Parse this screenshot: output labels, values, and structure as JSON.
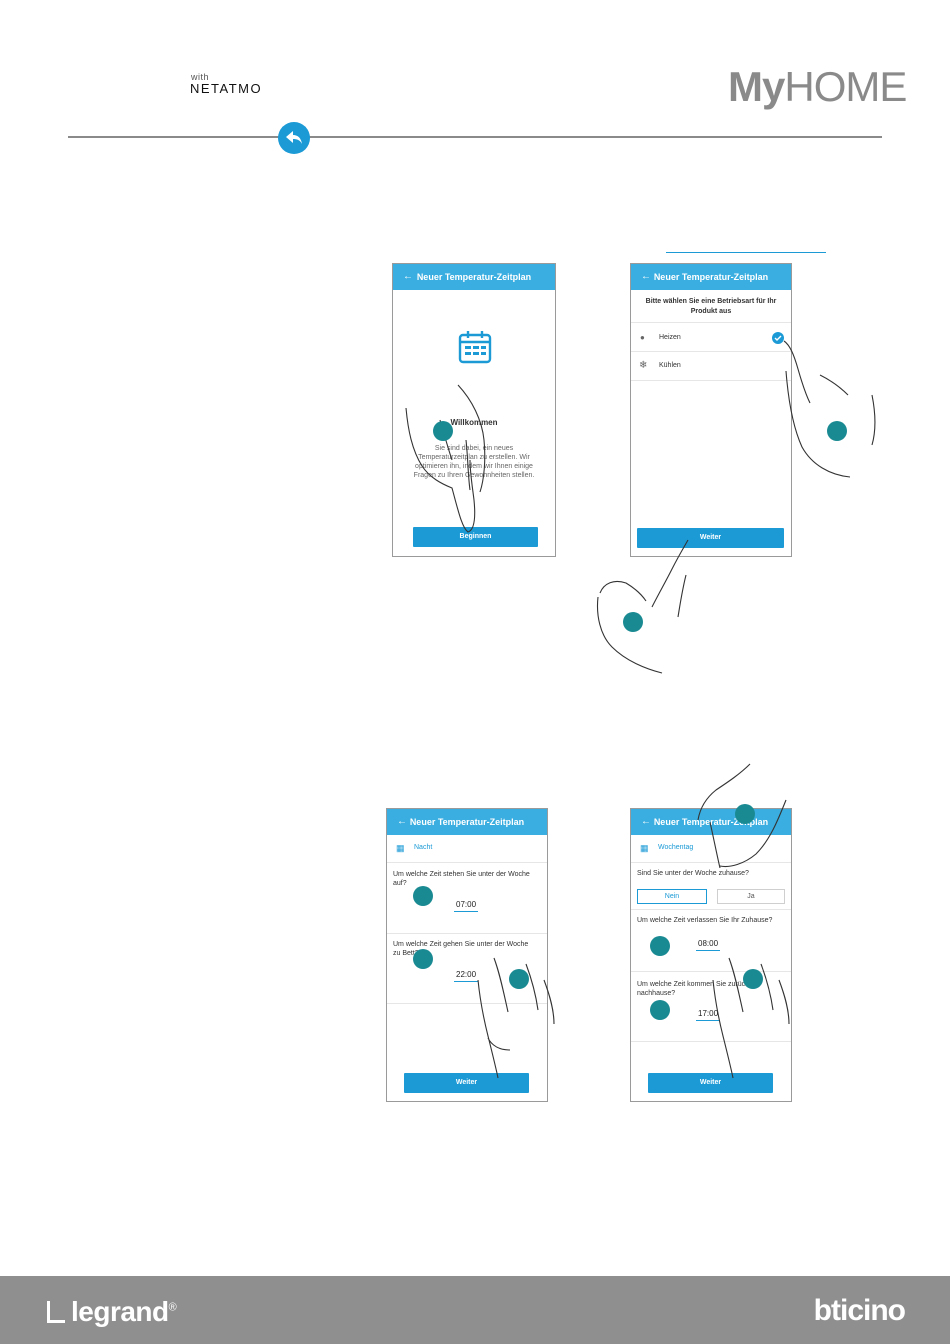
{
  "header": {
    "with_text": "with",
    "netatmo": "NETATMO",
    "brand_bold": "My",
    "brand_light": "HOME"
  },
  "colors": {
    "accent": "#1b9ad6",
    "header_blue": "#3aaee0",
    "dot_teal": "#1a8a92",
    "footer_gray": "#8f8f8f"
  },
  "screens": {
    "welcome": {
      "title": "Neuer Temperatur-Zeitplan",
      "heading": "Willkommen",
      "body_lines": [
        "Sie sind dabei, ein neues",
        "Temperaturzeitplan zu erstellen. Wir",
        "optimieren ihn, indem wir Ihnen einige",
        "Fragen zu Ihren Gewohnheiten stellen."
      ],
      "button": "Beginnen"
    },
    "mode": {
      "title": "Neuer Temperatur-Zeitplan",
      "question_line1": "Bitte wählen Sie eine Betriebsart für Ihr",
      "question_line2": "Produkt aus",
      "options": [
        "Heizen",
        "Kühlen"
      ],
      "button": "Weiter"
    },
    "night": {
      "title": "Neuer Temperatur-Zeitplan",
      "section": "Nacht",
      "q1_line1": "Um welche Zeit stehen Sie unter der Woche",
      "q1_line2": "auf?",
      "time1": "07:00",
      "q2_line1": "Um welche Zeit gehen Sie unter der Woche",
      "q2_line2": "zu Bett?",
      "time2": "22:00",
      "button": "Weiter"
    },
    "week": {
      "title": "Neuer Temperatur-Zeitplan",
      "section": "Wochentag",
      "q1": "Sind Sie unter der Woche zuhause?",
      "no": "Nein",
      "yes": "Ja",
      "q2": "Um welche Zeit verlassen Sie Ihr Zuhause?",
      "time1": "08:00",
      "q3_line1": "Um welche Zeit kommen Sie zurück",
      "q3_line2": "nachhause?",
      "time2": "17:00",
      "button": "Weiter"
    }
  },
  "footer": {
    "left_brand": "legrand",
    "right_brand": "bticino"
  }
}
